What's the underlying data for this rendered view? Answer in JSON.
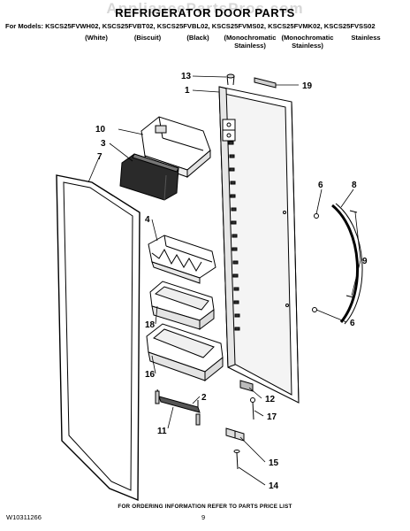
{
  "header": {
    "watermark": "AppliancePartsPros.com",
    "title": "REFRIGERATOR DOOR PARTS",
    "models_line": "For Models: KSCS25FVWH02, KSCS25FVBT02, KSCS25FVBL02, KSCS25FVMS02, KSCS25FVMK02, KSCS25FVSS02",
    "variants": [
      {
        "line1": "(White)",
        "line2": ""
      },
      {
        "line1": "(Biscuit)",
        "line2": ""
      },
      {
        "line1": "(Black)",
        "line2": ""
      },
      {
        "line1": "(Monochromatic",
        "line2": "Stainless)"
      },
      {
        "line1": "(Monochromatic",
        "line2": "Stainless)"
      },
      {
        "line1": "Stainless",
        "line2": ""
      }
    ]
  },
  "callouts": [
    "13",
    "1",
    "19",
    "10",
    "3",
    "7",
    "6",
    "8",
    "9",
    "4",
    "6",
    "18",
    "16",
    "2",
    "11",
    "12",
    "17",
    "15",
    "14"
  ],
  "footer": {
    "note": "FOR ORDERING INFORMATION REFER TO PARTS PRICE LIST",
    "doc_number": "W10311266",
    "page_number": "9"
  }
}
